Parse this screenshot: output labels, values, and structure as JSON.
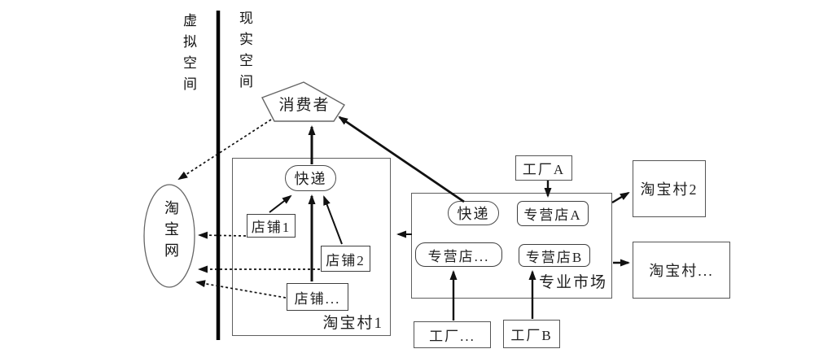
{
  "regions": {
    "virtual_space_label": "虚拟空间",
    "real_space_label": "现实空间"
  },
  "nodes": {
    "consumer": {
      "label": "消费者",
      "shape": "pentagon"
    },
    "taobao_net": {
      "label": "淘宝网",
      "shape": "ellipse"
    },
    "express_village": {
      "label": "快递",
      "shape": "stadium"
    },
    "express_market": {
      "label": "快递",
      "shape": "stadium"
    },
    "shop1": {
      "label": "店铺1",
      "shape": "rect"
    },
    "shop2": {
      "label": "店铺2",
      "shape": "rect"
    },
    "shop_more": {
      "label": "店铺...",
      "shape": "rect"
    },
    "taobao_village1": {
      "label": "淘宝村1",
      "shape": "container"
    },
    "store_a": {
      "label": "专营店A",
      "shape": "rounded-rect"
    },
    "store_more": {
      "label": "专营店...",
      "shape": "rounded-rect"
    },
    "store_b": {
      "label": "专营店B",
      "shape": "rounded-rect"
    },
    "market": {
      "label": "专业市场",
      "shape": "container"
    },
    "factory_a": {
      "label": "工厂A",
      "shape": "rect"
    },
    "factory_more": {
      "label": "工厂...",
      "shape": "rect"
    },
    "factory_b": {
      "label": "工厂B",
      "shape": "rect"
    },
    "taobao_village2": {
      "label": "淘宝村2",
      "shape": "rect"
    },
    "taobao_village_more": {
      "label": "淘宝村...",
      "shape": "rect"
    }
  },
  "edges": [
    {
      "from": "shop1",
      "to": "express_village",
      "style": "solid"
    },
    {
      "from": "shop2",
      "to": "express_village",
      "style": "solid"
    },
    {
      "from": "shop_more",
      "to": "express_village",
      "style": "solid"
    },
    {
      "from": "express_village",
      "to": "consumer",
      "style": "solid"
    },
    {
      "from": "express_market",
      "to": "consumer",
      "style": "solid"
    },
    {
      "from": "factory_a",
      "to": "store_a",
      "style": "solid"
    },
    {
      "from": "factory_more",
      "to": "store_more",
      "style": "solid"
    },
    {
      "from": "factory_b",
      "to": "store_b",
      "style": "solid"
    },
    {
      "from": "market",
      "to": "taobao_village1",
      "style": "solid"
    },
    {
      "from": "market",
      "to": "taobao_village2",
      "style": "solid"
    },
    {
      "from": "market",
      "to": "taobao_village_more",
      "style": "solid"
    },
    {
      "from": "consumer",
      "to": "taobao_net",
      "style": "dashed"
    },
    {
      "from": "shop1",
      "to": "taobao_net",
      "style": "dashed"
    },
    {
      "from": "shop2",
      "to": "taobao_net",
      "style": "dashed"
    },
    {
      "from": "shop_more",
      "to": "taobao_net",
      "style": "dashed"
    }
  ],
  "colors": {
    "line": "#111111",
    "divider": "#000000",
    "box_border": "#3f3f3f",
    "frame_border": "#5f5f5f",
    "text": "#1f1f1f",
    "background": "#ffffff"
  }
}
